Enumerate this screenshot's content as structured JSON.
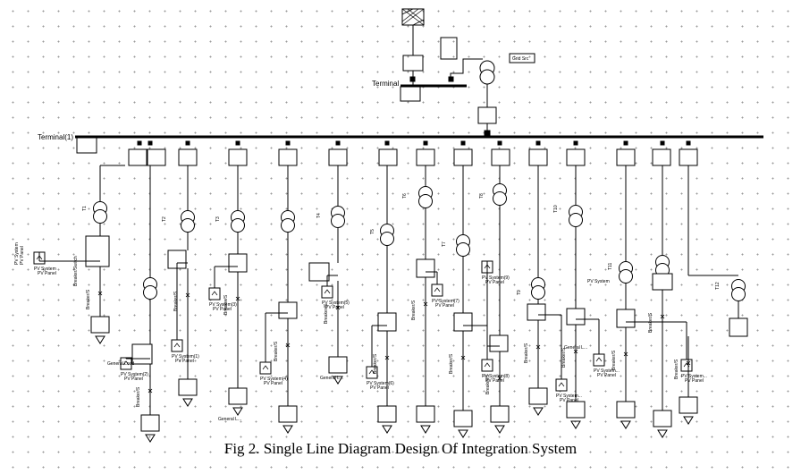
{
  "terminal_top": "Terminal",
  "terminal_main": "Terminal(1)",
  "caption": "Fig 2. Single Line Diagram Design Of Integration System",
  "grid_box": "Grid Src",
  "labels": {
    "pv_system": "PV System",
    "pv_panel": "PV Panel",
    "breaker": "Breaker/Switch",
    "breaker_short": "Breaker/S",
    "general_load": "General Load",
    "general_short": "General L..."
  },
  "pv_units": [
    {
      "name": "PV System",
      "sub": "PV Panel"
    },
    {
      "name": "PV System(1)",
      "sub": "PV Panel"
    },
    {
      "name": "PV System(2)",
      "sub": "PV Panel"
    },
    {
      "name": "PV System(3)",
      "sub": "PV Panel"
    },
    {
      "name": "PV System(4)",
      "sub": "PV Panel"
    },
    {
      "name": "PV System(5)",
      "sub": "PV Panel"
    },
    {
      "name": "PV System(6)",
      "sub": "PV Panel"
    },
    {
      "name": "PV System(7)",
      "sub": "PV Panel"
    },
    {
      "name": "PV System(8)",
      "sub": "PV Panel"
    },
    {
      "name": "PV System(9)",
      "sub": "PV Panel"
    },
    {
      "name": "PV System...",
      "sub": "PV Panel"
    },
    {
      "name": "PV System...",
      "sub": "PV Panel"
    },
    {
      "name": "PV System...",
      "sub": "PV Panel"
    }
  ]
}
